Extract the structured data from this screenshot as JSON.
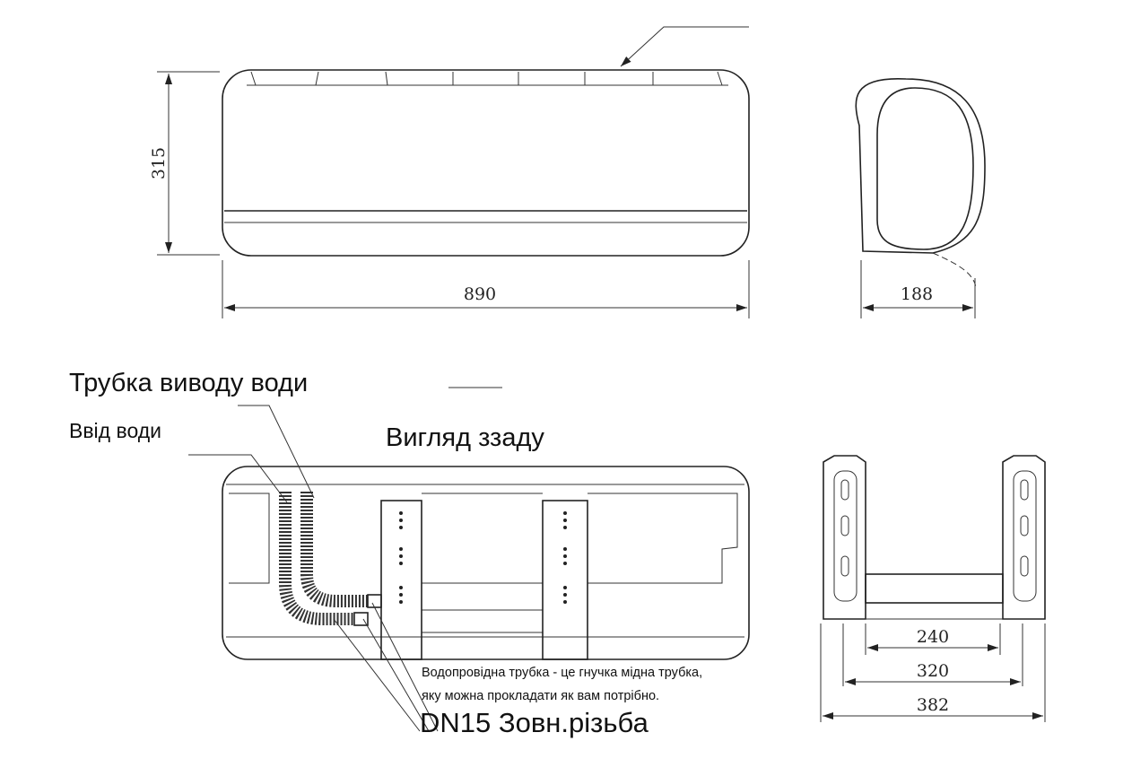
{
  "dimensions": {
    "height": "315",
    "width": "890",
    "depth": "188",
    "bracket_inner": "240",
    "bracket_mid": "320",
    "bracket_outer": "382"
  },
  "labels": {
    "drain_pipe": "Трубка виводу води",
    "water_inlet": "Ввід води",
    "rear_view": "Вигляд ззаду",
    "note_line1": "Водопровідна трубка - це гнучка мідна трубка,",
    "note_line2": "яку можна прокладати як вам потрібно.",
    "thread": "DN15 Зовн.різьба"
  }
}
